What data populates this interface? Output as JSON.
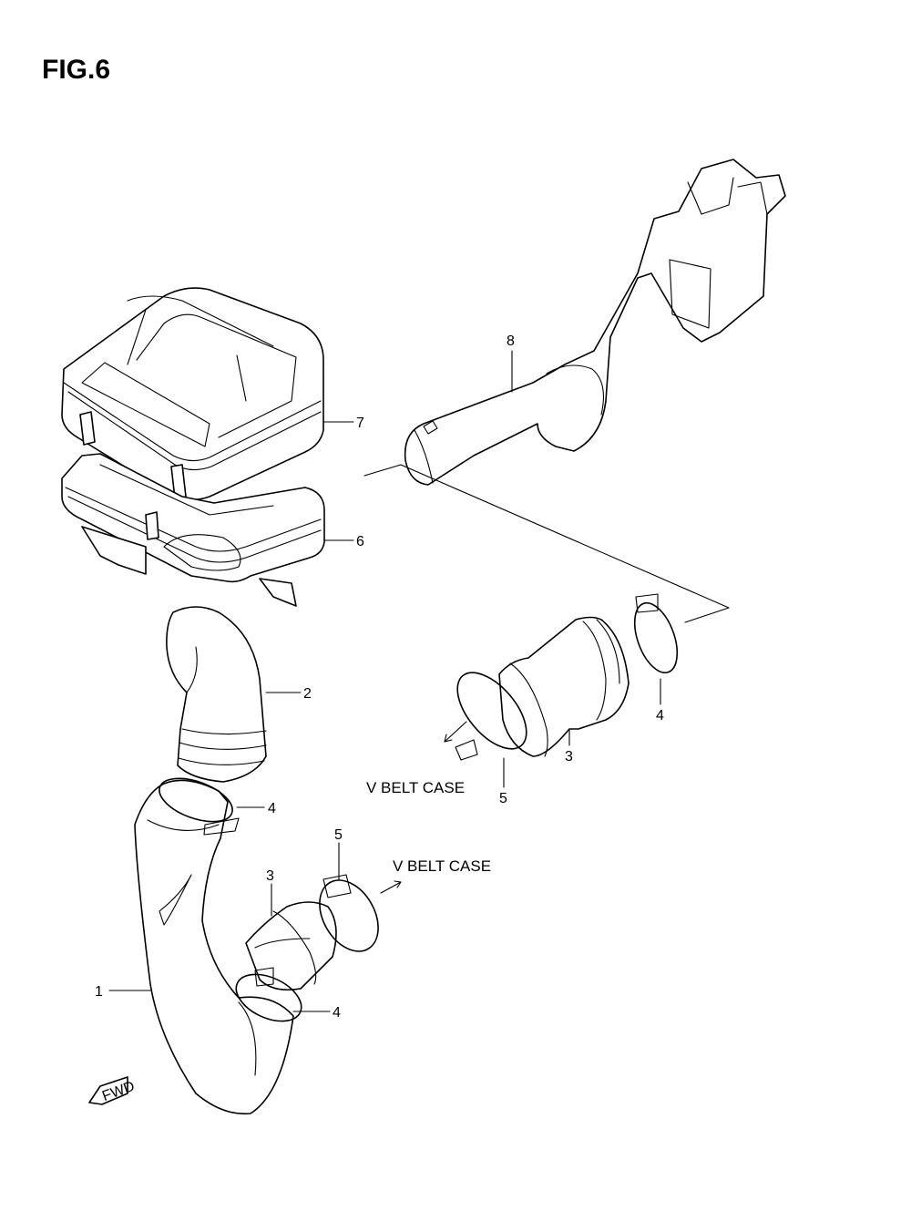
{
  "figure": {
    "title": "FIG.6"
  },
  "callouts": {
    "p1": "1",
    "p2": "2",
    "p3a": "3",
    "p3b": "3",
    "p4a": "4",
    "p4b": "4",
    "p4c": "4",
    "p5a": "5",
    "p5b": "5",
    "p6": "6",
    "p7": "7",
    "p8": "8"
  },
  "notes": {
    "vbelt_upper": "V BELT CASE",
    "vbelt_lower": "V BELT CASE",
    "fwd": "FWD"
  },
  "colors": {
    "line": "#000000",
    "background": "#ffffff"
  }
}
